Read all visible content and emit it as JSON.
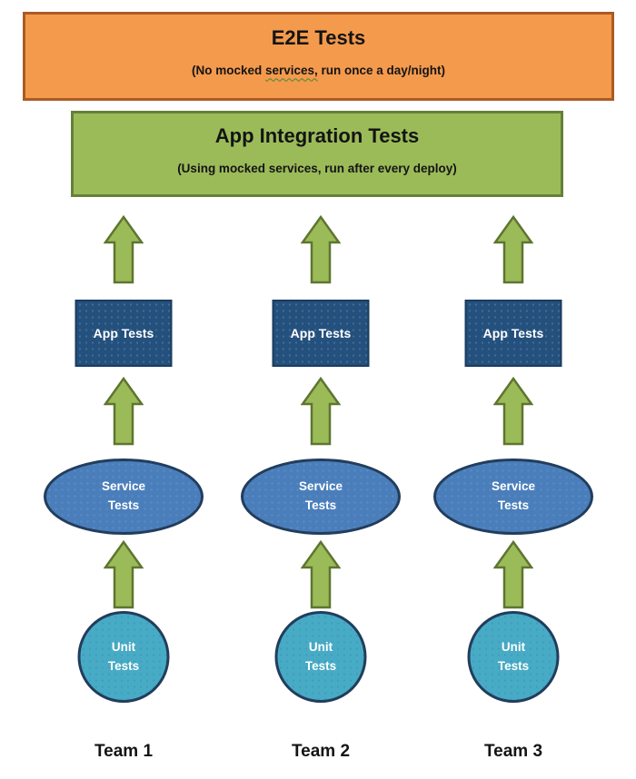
{
  "colors": {
    "e2e_fill": "#F49A4D",
    "e2e_border": "#AC5A24",
    "integration_fill": "#9BBB59",
    "integration_border": "#66803A",
    "app_fill": "#24507D",
    "app_border": "#1B3C5F",
    "service_fill": "#4A7EBB",
    "service_border": "#223D5C",
    "unit_fill": "#48ABC6",
    "unit_border": "#223D5C",
    "arrow_fill": "#9BBB59",
    "arrow_border": "#5E7530",
    "squiggle": "#3E8C35"
  },
  "e2e": {
    "title": "E2E Tests",
    "subtitle_before": "(No mocked ",
    "subtitle_squiggle": "services,",
    "subtitle_after": " run once a day/night)"
  },
  "integration": {
    "title": "App Integration Tests",
    "subtitle": "(Using mocked services, run after every deploy)"
  },
  "columns": [
    {
      "team": "Team 1",
      "app_tests": "App Tests",
      "service_tests": "Service Tests",
      "unit_tests": "Unit Tests"
    },
    {
      "team": "Team 2",
      "app_tests": "App Tests",
      "service_tests": "Service Tests",
      "unit_tests": "Unit Tests"
    },
    {
      "team": "Team 3",
      "app_tests": "App Tests",
      "service_tests": "Service Tests",
      "unit_tests": "Unit Tests"
    }
  ]
}
